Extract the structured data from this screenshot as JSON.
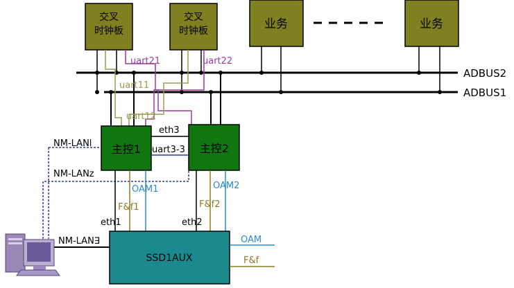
{
  "boards": {
    "cross_clock_1": {
      "line1": "交叉",
      "line2": "时钟板"
    },
    "cross_clock_2": {
      "line1": "交叉",
      "line2": "时钟板"
    },
    "service_1": {
      "label": "业务"
    },
    "service_2": {
      "label": "业务"
    },
    "ellipsis": "- - - - - -"
  },
  "buses": {
    "adbus2": "ADBUS2",
    "adbus1": "ADBUS1"
  },
  "main_control": {
    "mc1": "主控1",
    "mc2": "主控2"
  },
  "ssd": {
    "label": "SSD1AUX"
  },
  "links": {
    "uart21": "uart21",
    "uart22": "uart22",
    "uart11": "uart11",
    "uart12": "uart12",
    "eth3": "eth3",
    "uart3_3": "uart3-3",
    "nm_lan1": "NM-LANl",
    "nm_lan2": "NM-LANz",
    "nm_lan3": "NM-LAN∃",
    "oam1": "OAM1",
    "oam2": "OAM2",
    "ff1": "F&f1",
    "ff2": "F&f2",
    "eth1": "eth1",
    "eth2": "eth2",
    "oam_out": "OAM",
    "ff_out": "F&f"
  },
  "colors": {
    "board_fill": "#808020",
    "main_control_fill": "#117711",
    "ssd_fill": "#1a8a8f",
    "uart_purple": "#9a3aa0",
    "uart_olive": "#9a9a50",
    "oam_blue": "#2a8ac8",
    "ff_olive": "#8a7a20",
    "nm_blue": "#2c3ca0"
  }
}
